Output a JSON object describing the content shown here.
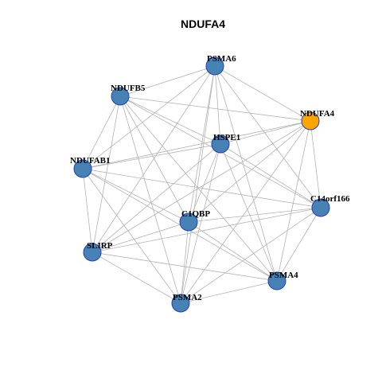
{
  "title": "NDUFA4",
  "colors": {
    "node_default": "#4682b4",
    "node_highlight": "#ffa500",
    "node_border": "#1f3fbf",
    "edge": "#b3b3b3"
  },
  "nodes": [
    {
      "id": "PSMA6",
      "label": "PSMA6",
      "highlight": false
    },
    {
      "id": "NDUFB5",
      "label": "NDUFB5",
      "highlight": false
    },
    {
      "id": "NDUFA4",
      "label": "NDUFA4",
      "highlight": true
    },
    {
      "id": "HSPE1",
      "label": "HSPE1",
      "highlight": false
    },
    {
      "id": "NDUFAB1",
      "label": "NDUFAB1",
      "highlight": false
    },
    {
      "id": "C14orf166",
      "label": "C14orf166",
      "highlight": false
    },
    {
      "id": "C1QBP",
      "label": "C1QBP",
      "highlight": false
    },
    {
      "id": "SLIRP",
      "label": "SLIRP",
      "highlight": false
    },
    {
      "id": "PSMA4",
      "label": "PSMA4",
      "highlight": false
    },
    {
      "id": "PSMA2",
      "label": "PSMA2",
      "highlight": false
    }
  ],
  "edges": [
    [
      "PSMA6",
      "NDUFB5"
    ],
    [
      "PSMA6",
      "NDUFA4"
    ],
    [
      "PSMA6",
      "HSPE1"
    ],
    [
      "PSMA6",
      "NDUFAB1"
    ],
    [
      "PSMA6",
      "C14orf166"
    ],
    [
      "PSMA6",
      "C1QBP"
    ],
    [
      "PSMA6",
      "SLIRP"
    ],
    [
      "PSMA6",
      "PSMA4"
    ],
    [
      "PSMA6",
      "PSMA2"
    ],
    [
      "NDUFB5",
      "NDUFA4"
    ],
    [
      "NDUFB5",
      "HSPE1"
    ],
    [
      "NDUFB5",
      "NDUFAB1"
    ],
    [
      "NDUFB5",
      "C14orf166"
    ],
    [
      "NDUFB5",
      "C1QBP"
    ],
    [
      "NDUFB5",
      "SLIRP"
    ],
    [
      "NDUFB5",
      "PSMA4"
    ],
    [
      "NDUFB5",
      "PSMA2"
    ],
    [
      "NDUFA4",
      "HSPE1"
    ],
    [
      "NDUFA4",
      "NDUFAB1"
    ],
    [
      "NDUFA4",
      "C14orf166"
    ],
    [
      "NDUFA4",
      "C1QBP"
    ],
    [
      "NDUFA4",
      "SLIRP"
    ],
    [
      "NDUFA4",
      "PSMA4"
    ],
    [
      "NDUFA4",
      "PSMA2"
    ],
    [
      "HSPE1",
      "NDUFAB1"
    ],
    [
      "HSPE1",
      "C14orf166"
    ],
    [
      "HSPE1",
      "C1QBP"
    ],
    [
      "HSPE1",
      "SLIRP"
    ],
    [
      "HSPE1",
      "PSMA4"
    ],
    [
      "HSPE1",
      "PSMA2"
    ],
    [
      "NDUFAB1",
      "C14orf166"
    ],
    [
      "NDUFAB1",
      "C1QBP"
    ],
    [
      "NDUFAB1",
      "SLIRP"
    ],
    [
      "NDUFAB1",
      "PSMA4"
    ],
    [
      "NDUFAB1",
      "PSMA2"
    ],
    [
      "C14orf166",
      "C1QBP"
    ],
    [
      "C14orf166",
      "SLIRP"
    ],
    [
      "C14orf166",
      "PSMA4"
    ],
    [
      "C14orf166",
      "PSMA2"
    ],
    [
      "C1QBP",
      "SLIRP"
    ],
    [
      "C1QBP",
      "PSMA4"
    ],
    [
      "C1QBP",
      "PSMA2"
    ],
    [
      "SLIRP",
      "PSMA4"
    ],
    [
      "SLIRP",
      "PSMA2"
    ],
    [
      "PSMA4",
      "PSMA2"
    ]
  ]
}
